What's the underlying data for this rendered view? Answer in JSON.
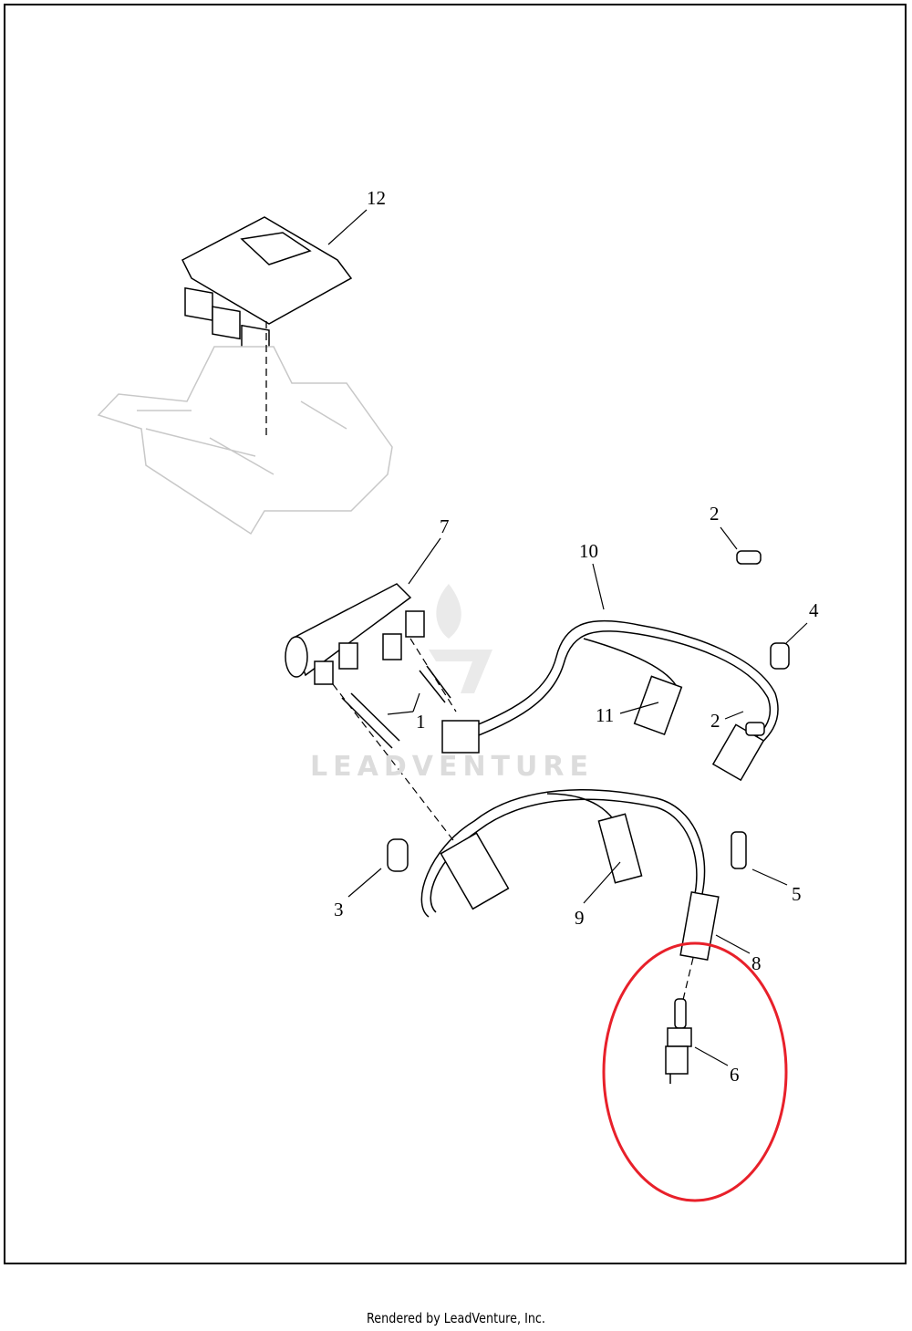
{
  "diagram": {
    "callouts": [
      "12",
      "7",
      "10",
      "2",
      "4",
      "11",
      "2",
      "1",
      "3",
      "9",
      "5",
      "8",
      "6"
    ],
    "watermark": "LEADVENTURE",
    "highlight_color": "#e8202a",
    "highlighted_part": "6"
  },
  "footer": {
    "text": "Rendered by LeadVenture, Inc."
  }
}
